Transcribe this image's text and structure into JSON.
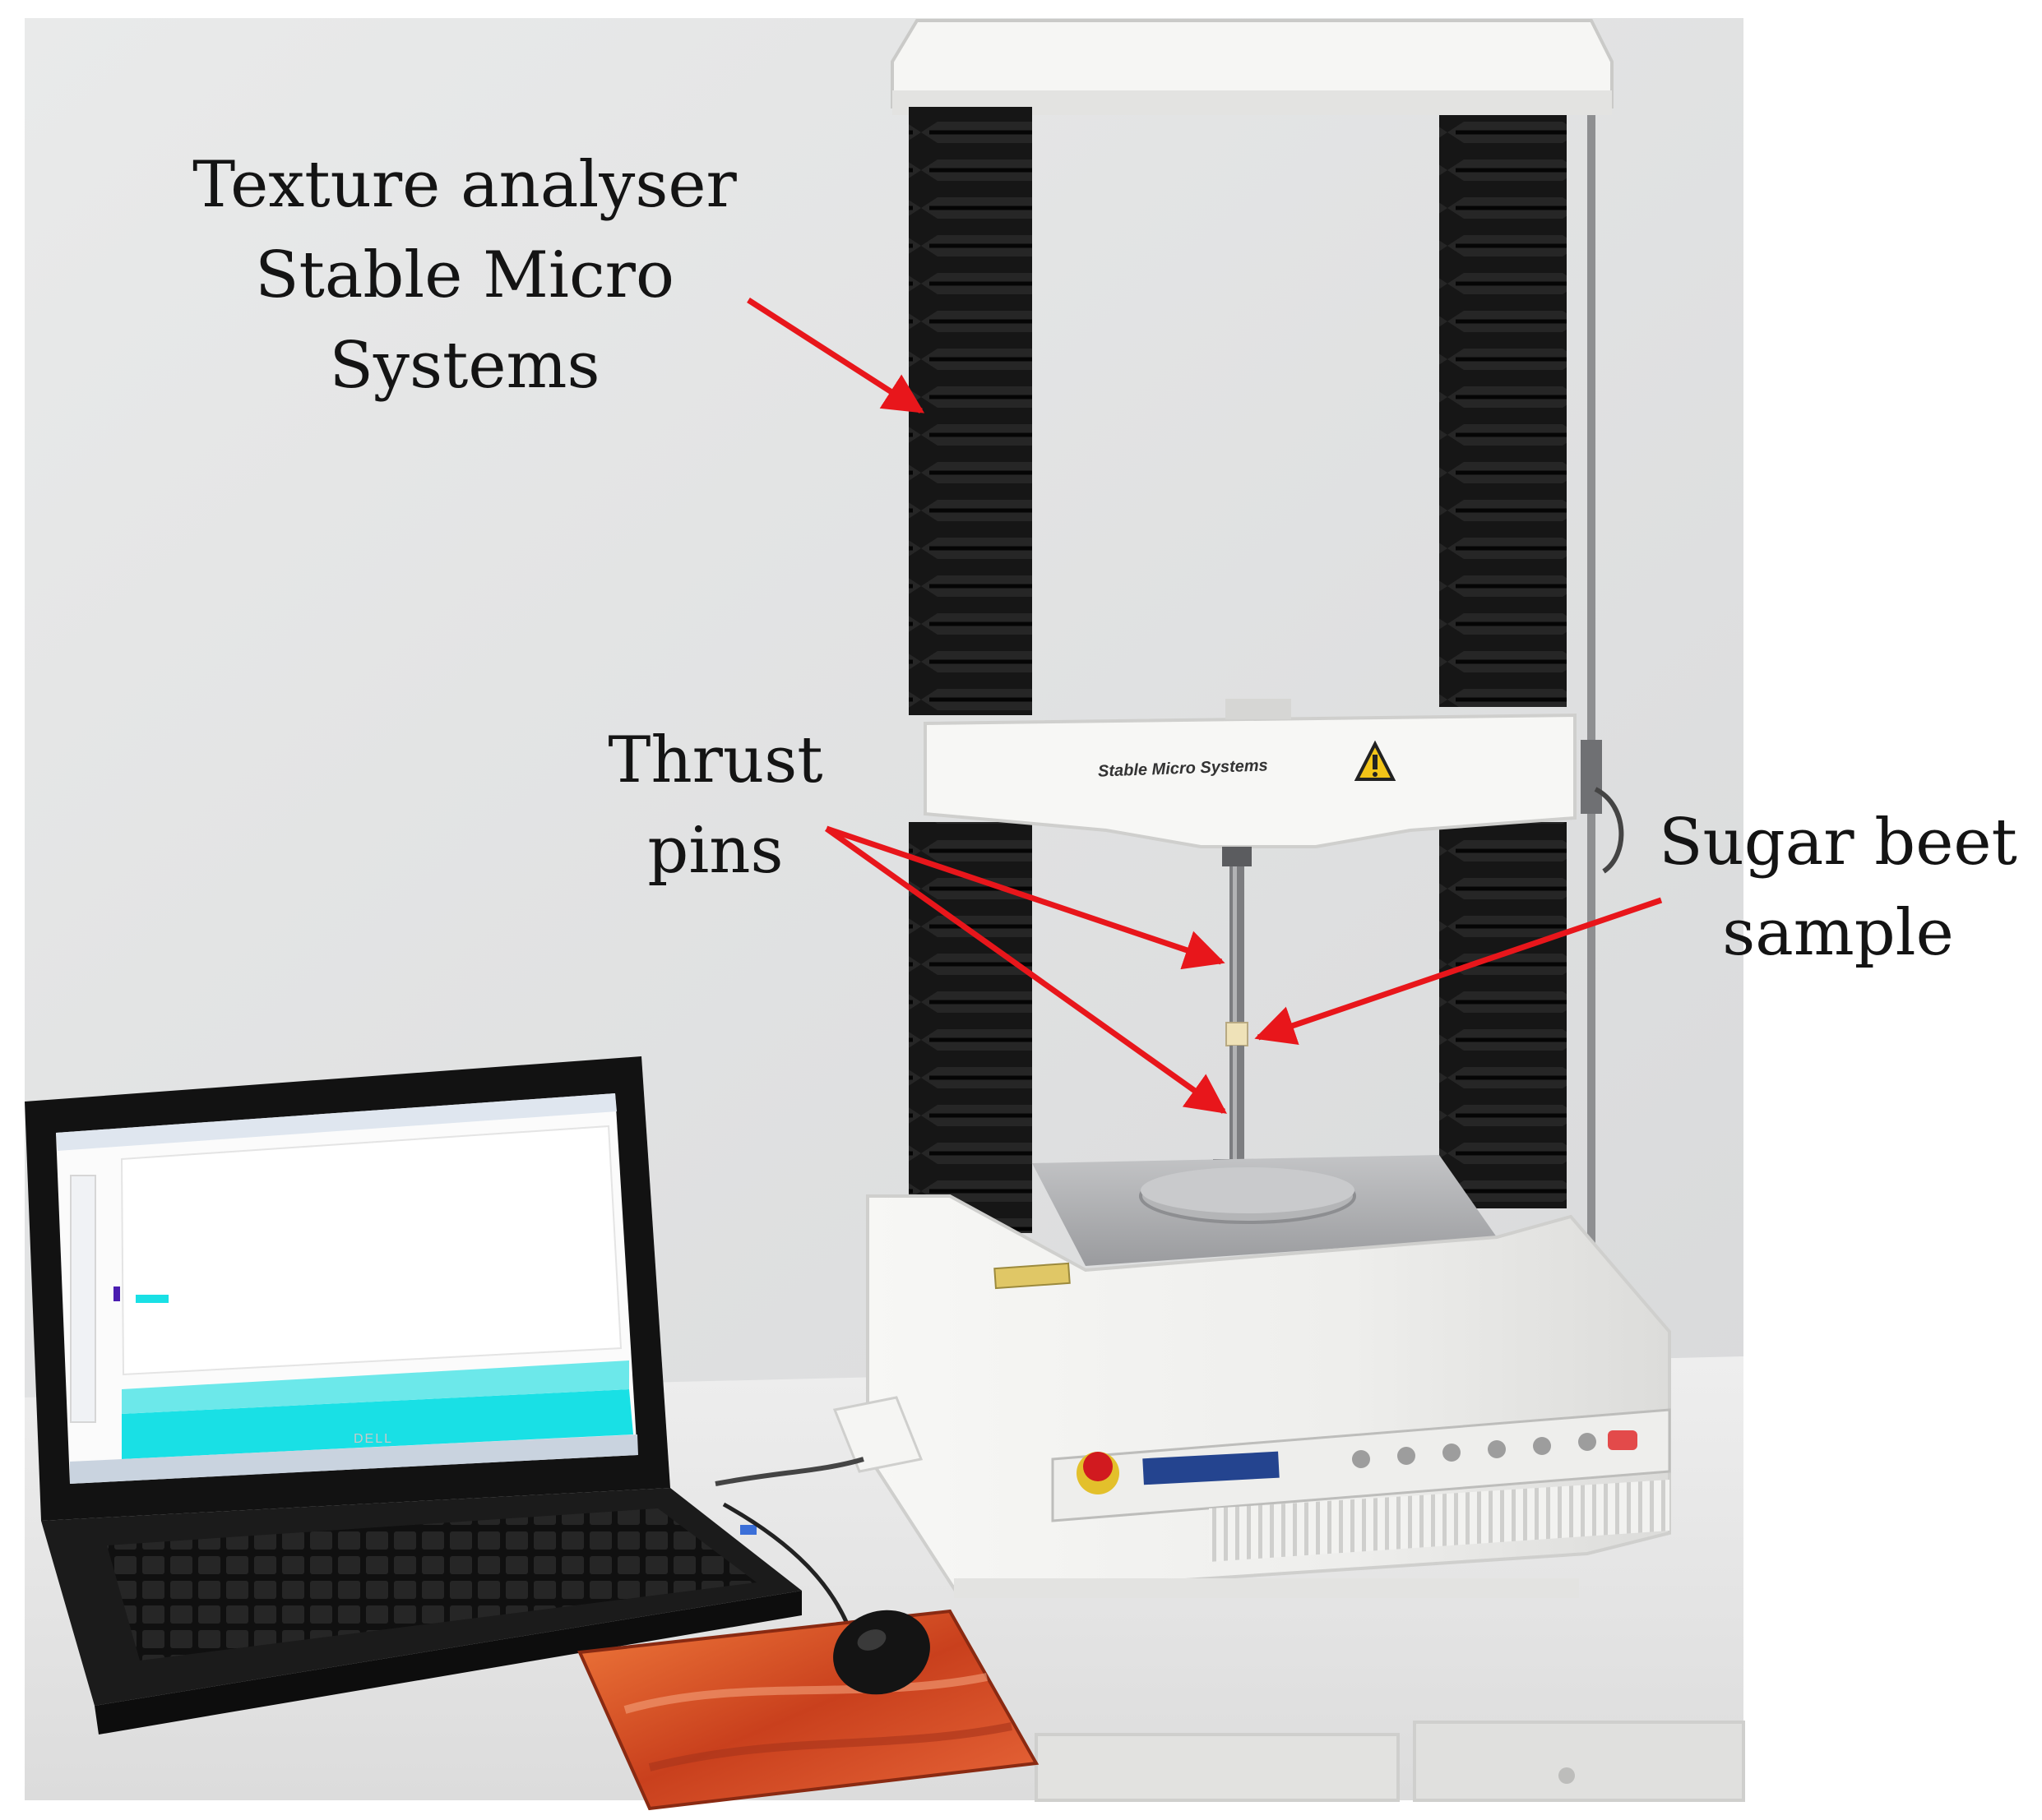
{
  "labels": {
    "analyser": [
      "Texture analyser",
      "Stable Micro",
      "Systems"
    ],
    "thrust": [
      "Thrust",
      "pins"
    ],
    "sample": [
      "Sugar beet",
      "sample"
    ]
  },
  "device": {
    "head_brand": "Stable Micro Systems",
    "laptop_brand": "DELL"
  },
  "colors": {
    "arrow": "#e8161b",
    "wall": "#e4e5e5",
    "desk": "#ececec",
    "bellows": "#121212",
    "machine_body": "#f3f3f1",
    "screen_accent": "#19e0e5",
    "mousepad": "#d9542a"
  },
  "icons": [
    "warning-icon",
    "emergency-stop-button"
  ]
}
